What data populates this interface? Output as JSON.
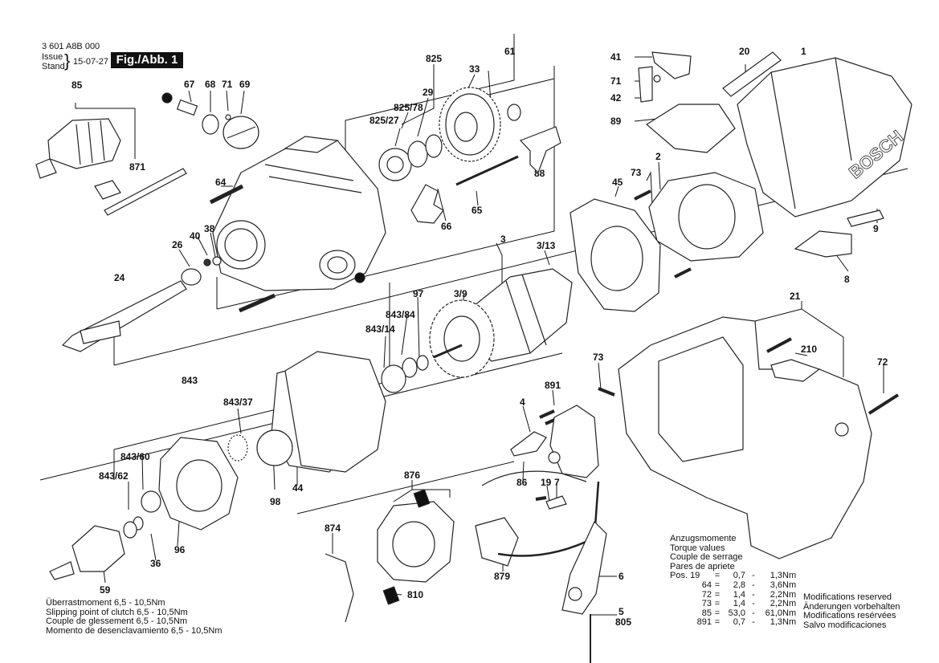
{
  "header": {
    "part_number": "3 601 A8B 000",
    "issue_label": "Issue",
    "stand_label": "Stand",
    "issue_date": "15-07-27",
    "figure": "Fig./Abb. 1"
  },
  "brand_on_housing": "BOSCH",
  "callouts": {
    "c85": "85",
    "c871": "871",
    "c67": "67",
    "c68": "68",
    "c71a": "71",
    "c69": "69",
    "c64": "64",
    "c40": "40",
    "c38": "38",
    "c26": "26",
    "c24": "24",
    "c825": "825",
    "c61": "61",
    "c33": "33",
    "c29": "29",
    "c825_78": "825/78",
    "c825_27": "825/27",
    "c88": "88",
    "c65": "65",
    "c66": "66",
    "c41": "41",
    "c71b": "71",
    "c42": "42",
    "c89": "89",
    "c20": "20",
    "c1": "1",
    "c73a": "73",
    "c2": "2",
    "c45": "45",
    "c9": "9",
    "c8": "8",
    "c3": "3",
    "c3_13": "3/13",
    "c3_9": "3/9",
    "c97": "97",
    "c843_84": "843/84",
    "c843_14": "843/14",
    "c843": "843",
    "c843_37": "843/37",
    "c843_60": "843/60",
    "c843_62": "843/62",
    "c98": "98",
    "c44": "44",
    "c96": "96",
    "c36": "36",
    "c59": "59",
    "c891": "891",
    "c4": "4",
    "c86": "86",
    "c19": "19",
    "c7": "7",
    "c876": "876",
    "c874": "874",
    "c879": "879",
    "c810": "810",
    "c6": "6",
    "c5": "5",
    "c805": "805",
    "c21": "21",
    "c210": "210",
    "c73b": "73",
    "c72": "72"
  },
  "clutch_notes": [
    "Überrastmoment 6,5 - 10,5Nm",
    "Slipping point of clutch 6,5 - 10,5Nm",
    "Couple de glessement 6,5 - 10,5Nm",
    "Momento de desenclavamiento 6,5 - 10,5Nm"
  ],
  "torque": {
    "titles": [
      "Anzugsmomente",
      "Torque values",
      "Couple de serrage",
      "Pares de apriete"
    ],
    "rows": [
      {
        "pos": "Pos. 19",
        "eq": "=",
        "min": "0,7",
        "dash": "-",
        "max": "1,3",
        "unit": "Nm"
      },
      {
        "pos": "64",
        "eq": "=",
        "min": "2,8",
        "dash": "-",
        "max": "3,6",
        "unit": "Nm"
      },
      {
        "pos": "72",
        "eq": "=",
        "min": "1,4",
        "dash": "-",
        "max": "2,2",
        "unit": "Nm"
      },
      {
        "pos": "73",
        "eq": "=",
        "min": "1,4",
        "dash": "-",
        "max": "2,2",
        "unit": "Nm"
      },
      {
        "pos": "85",
        "eq": "=",
        "min": "53,0",
        "dash": "-",
        "max": "61,0",
        "unit": "Nm"
      },
      {
        "pos": "891",
        "eq": "=",
        "min": "0,7",
        "dash": "-",
        "max": "1,3",
        "unit": "Nm"
      }
    ]
  },
  "modifications": [
    "Modifications reserved",
    "Änderungen vorbehalten",
    "Modifications resérvées",
    "Salvo modificaciones"
  ]
}
